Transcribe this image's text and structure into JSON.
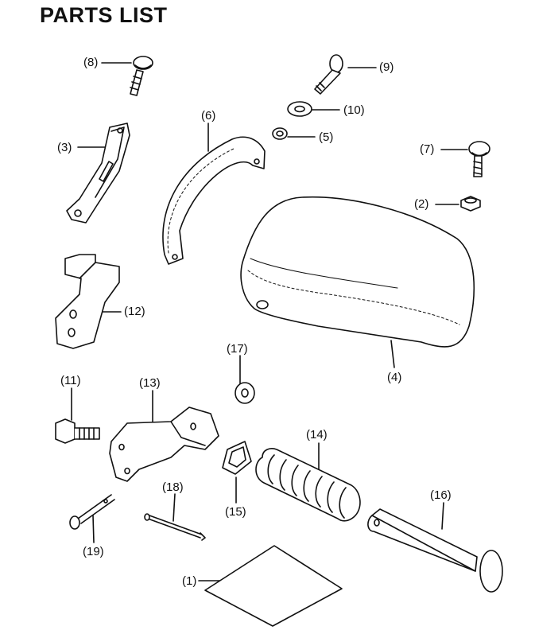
{
  "page": {
    "title": "PARTS LIST"
  },
  "callouts": {
    "c1": "(1)",
    "c2": "(2)",
    "c3": "(3)",
    "c4": "(4)",
    "c5": "(5)",
    "c6": "(6)",
    "c7": "(7)",
    "c8": "(8)",
    "c9": "(9)",
    "c10": "(10)",
    "c11": "(11)",
    "c12": "(12)",
    "c13": "(13)",
    "c14": "(14)",
    "c15": "(15)",
    "c16": "(16)",
    "c17": "(17)",
    "c18": "(18)",
    "c19": "(19)"
  }
}
